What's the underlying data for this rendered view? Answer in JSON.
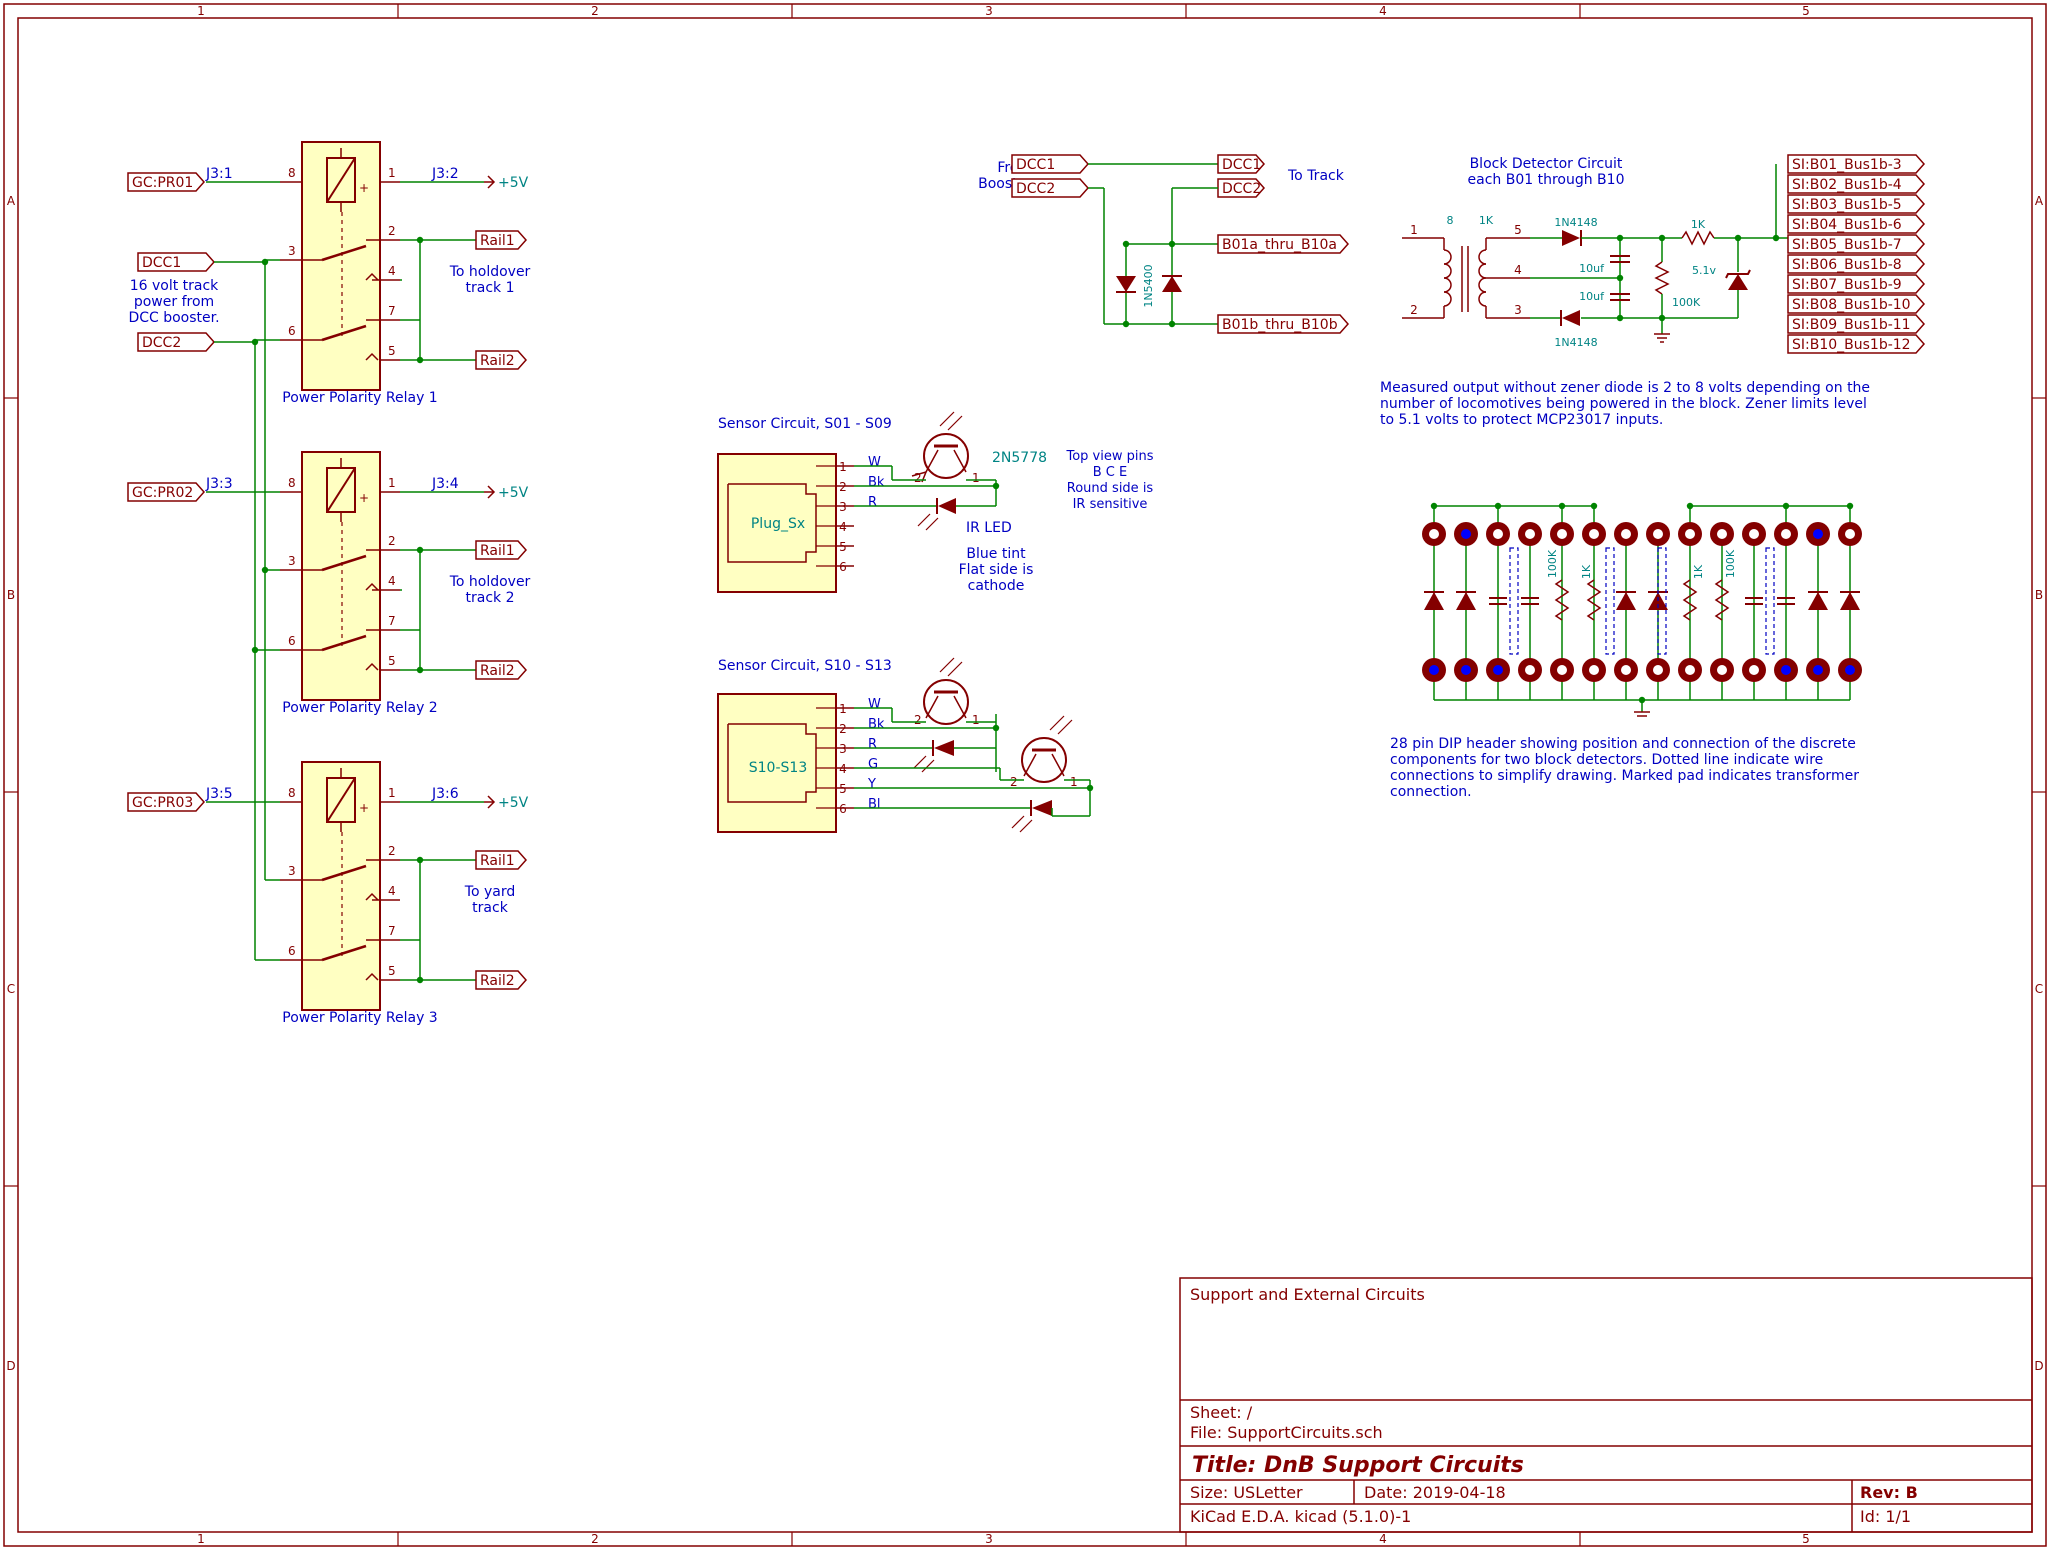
{
  "colors": {
    "frame": "#840000",
    "wire": "#008400",
    "body_fill": "#ffffc2",
    "note": "#0000c2",
    "pin": "#840000",
    "power": "#008484",
    "pad": "#840000",
    "pad_mark": "#0000ff",
    "component_value": "#008484"
  },
  "frame": {
    "columns": [
      "1",
      "2",
      "3",
      "4",
      "5"
    ],
    "rows": [
      "A",
      "B",
      "C",
      "D"
    ]
  },
  "relays": [
    {
      "caption": "Power Polarity Relay 1",
      "gc_label": "GC:PR01",
      "conn_in": "J3:1",
      "conn_out": "J3:2",
      "power": "+5V",
      "rail1": "Rail1",
      "rail2": "Rail2",
      "note_lines": [
        "To holdover",
        "track 1"
      ],
      "pins": [
        "8",
        "1",
        "3",
        "2",
        "4",
        "7",
        "6",
        "5"
      ]
    },
    {
      "caption": "Power Polarity Relay 2",
      "gc_label": "GC:PR02",
      "conn_in": "J3:3",
      "conn_out": "J3:4",
      "power": "+5V",
      "rail1": "Rail1",
      "rail2": "Rail2",
      "note_lines": [
        "To holdover",
        "track 2"
      ],
      "pins": [
        "8",
        "1",
        "3",
        "2",
        "4",
        "7",
        "6",
        "5"
      ]
    },
    {
      "caption": "Power Polarity Relay 3",
      "gc_label": "GC:PR03",
      "conn_in": "J3:5",
      "conn_out": "J3:6",
      "power": "+5V",
      "rail1": "Rail1",
      "rail2": "Rail2",
      "note_lines": [
        "To yard",
        "track"
      ],
      "pins": [
        "8",
        "1",
        "3",
        "2",
        "4",
        "7",
        "6",
        "5"
      ]
    }
  ],
  "dcc_inputs": {
    "dcc1": "DCC1",
    "dcc2": "DCC2",
    "note_lines": [
      "16 volt track",
      "power from",
      "DCC booster."
    ]
  },
  "booster": {
    "from_lines": [
      "From",
      "Booster"
    ],
    "to_track": "To Track",
    "dcc1": "DCC1",
    "dcc2": "DCC2",
    "out_a": "B01a_thru_B10a",
    "out_b": "B01b_thru_B10b",
    "diode": "1N5400"
  },
  "block_detector": {
    "title_lines": [
      "Block Detector Circuit",
      "each B01 through B10"
    ],
    "transformer_value": "8",
    "transformer_pins": [
      "1",
      "2",
      "5",
      "4",
      "3"
    ],
    "resistor_1k": "1K",
    "diode_top": "1N4148",
    "diode_bottom": "1N4148",
    "cap_top": "10uf",
    "cap_bottom": "10uf",
    "resistor_100k": "100K",
    "resistor_1k_out": "1K",
    "zener": "5.1v",
    "outputs": [
      "SI:B01_Bus1b-3",
      "SI:B02_Bus1b-4",
      "SI:B03_Bus1b-5",
      "SI:B04_Bus1b-6",
      "SI:B05_Bus1b-7",
      "SI:B06_Bus1b-8",
      "SI:B07_Bus1b-9",
      "SI:B08_Bus1b-10",
      "SI:B09_Bus1b-11",
      "SI:B10_Bus1b-12"
    ],
    "note_lines": [
      "Measured output without zener diode is 2 to 8 volts depending on the",
      "number of locomotives being powered in the block. Zener limits level",
      "to 5.1 volts to protect MCP23017 inputs."
    ]
  },
  "sensor1": {
    "title": "Sensor Circuit, S01 - S09",
    "plug": "Plug_Sx",
    "pins": [
      "1",
      "2",
      "3",
      "4",
      "5",
      "6"
    ],
    "wires": [
      "W",
      "Bk",
      "R"
    ],
    "transistor": "2N5778",
    "t_pins": [
      "2",
      "1"
    ],
    "led": "IR LED",
    "pin_note_lines": [
      "Top view pins",
      "B C E",
      "Round side is",
      "IR sensitive"
    ],
    "led_note_lines": [
      "Blue tint",
      "Flat side is",
      "cathode"
    ]
  },
  "sensor2": {
    "title": "Sensor Circuit, S10 - S13",
    "plug": "S10-S13",
    "pins": [
      "1",
      "2",
      "3",
      "4",
      "5",
      "6"
    ],
    "wires": [
      "W",
      "Bk",
      "R",
      "G",
      "Y",
      "Bl"
    ],
    "t_pins": [
      "2",
      "1"
    ]
  },
  "dip": {
    "labels": [
      "100K",
      "1K",
      "1K",
      "100K"
    ],
    "note_lines": [
      "28 pin DIP header showing position and connection of the discrete",
      "components for two block detectors. Dotted line indicate wire",
      "connections to simplify drawing. Marked pad indicates transformer",
      "connection."
    ]
  },
  "title_block": {
    "description": "Support and External Circuits",
    "sheet": "Sheet: /",
    "file": "File: SupportCircuits.sch",
    "title": "Title: DnB Support Circuits",
    "size": "Size: USLetter",
    "date": "Date: 2019-04-18",
    "rev": "Rev: B",
    "tool": "KiCad E.D.A.  kicad (5.1.0)-1",
    "id": "Id: 1/1"
  }
}
